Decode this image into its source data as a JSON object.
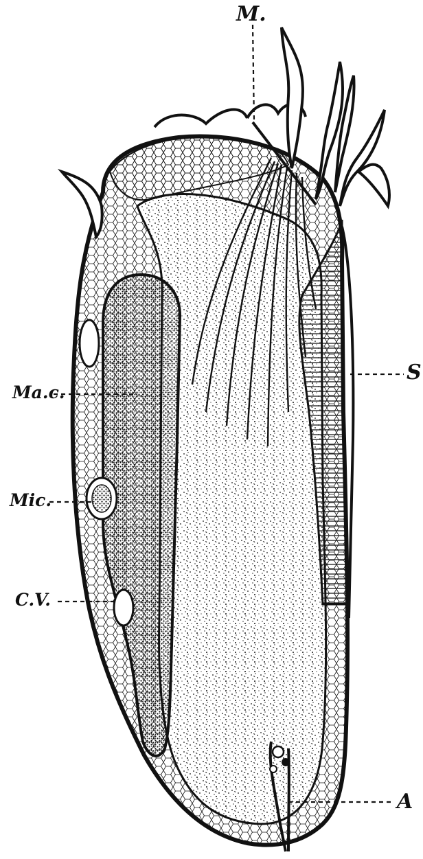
{
  "labels": {
    "m": "M.",
    "s": "S",
    "mac": "Ma.c.",
    "mic": "Mic.",
    "cv": "C.V.",
    "a": "A"
  },
  "colors": {
    "ink": "#111111",
    "background": "#ffffff"
  }
}
